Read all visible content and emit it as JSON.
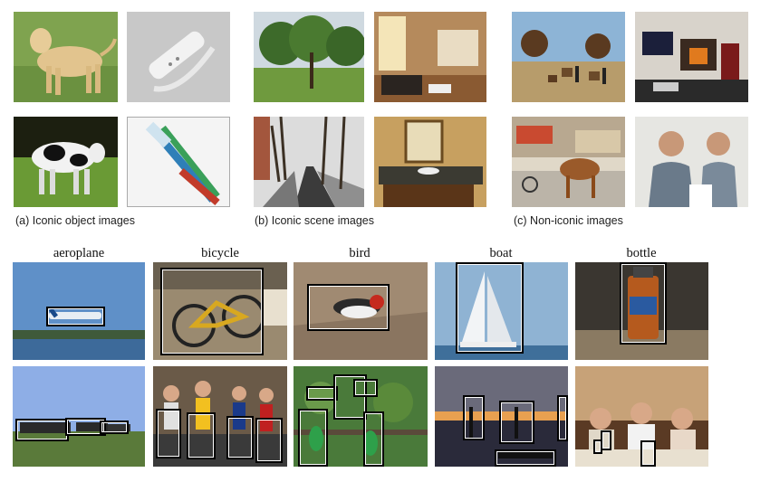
{
  "captions": {
    "iconic_object": "(a) Iconic object images",
    "iconic_scene": "(b) Iconic scene images",
    "non_iconic": "(c) Non-iconic images"
  },
  "classes": [
    "aeroplane",
    "bicycle",
    "bird",
    "boat",
    "bottle"
  ]
}
